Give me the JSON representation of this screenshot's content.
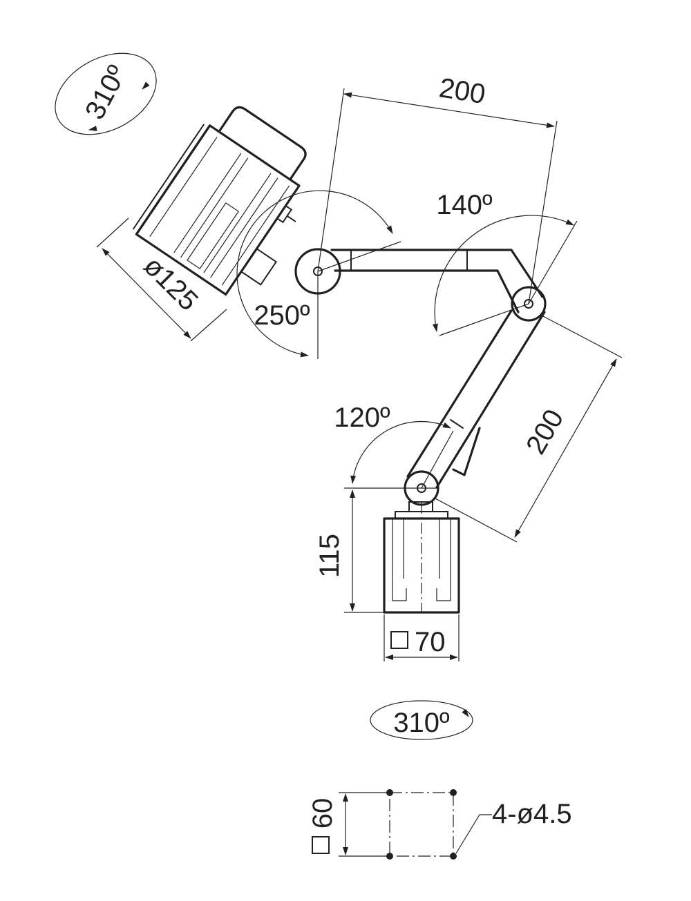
{
  "drawing": {
    "labels": {
      "rot_head": "310º",
      "dia_head": "ø125",
      "head_angle": "250º",
      "arm_length_1": "200",
      "elbow_angle": "140º",
      "arm_length_2": "200",
      "base_angle": "120º",
      "base_height": "115",
      "base_width": "70",
      "rot_base": "310º",
      "plate_size": "60",
      "holes": "4-ø4.5"
    },
    "colors": {
      "line": "#231f20",
      "background": "#ffffff"
    }
  }
}
